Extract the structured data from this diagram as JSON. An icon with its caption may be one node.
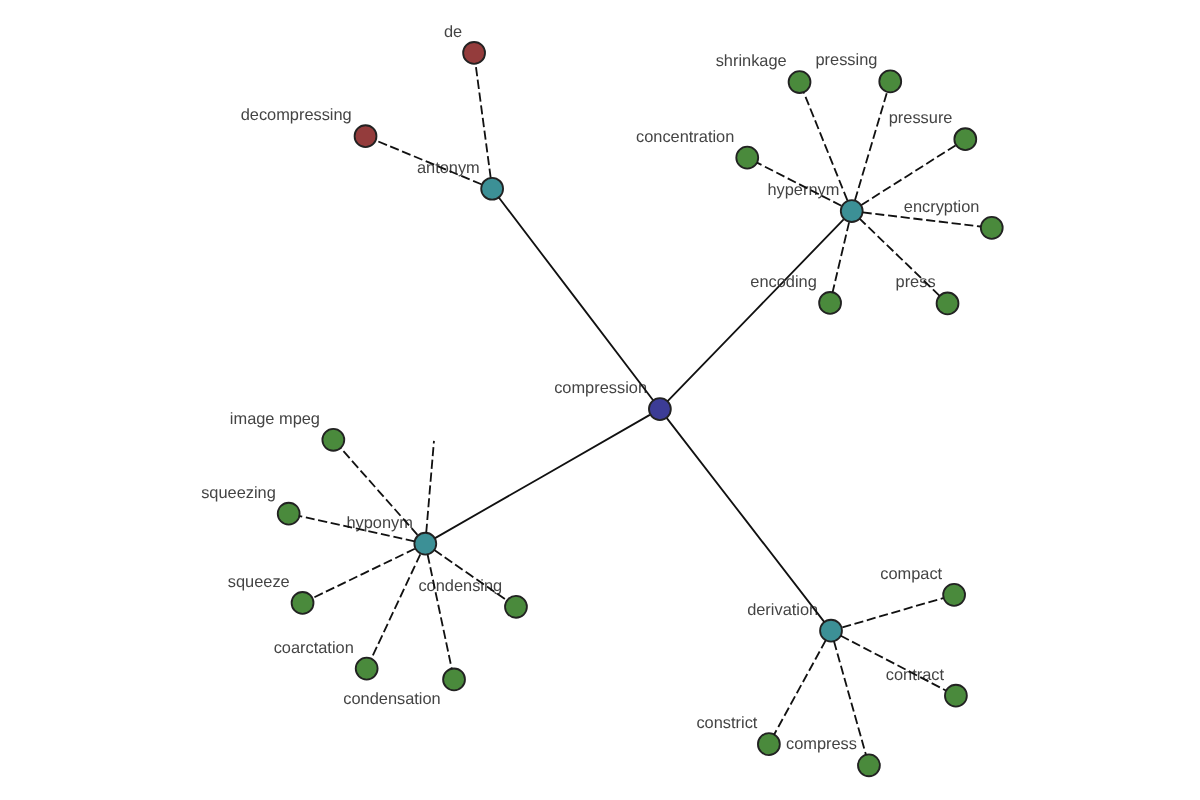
{
  "diagram": {
    "nodes": [
      {
        "text": [
          "squeeze"
        ]
      },
      {
        "text": [
          "condensing"
        ]
      },
      {
        "text": [
          "condensation"
        ]
      },
      {
        "text": [
          "image mpeg"
        ]
      },
      {
        "text": [
          "hyponym"
        ]
      },
      {
        "text": [
          "squeezing"
        ]
      },
      {
        "text": [
          "coarctation"
        ]
      },
      {
        "text": [
          "contract"
        ]
      },
      {
        "text": [
          "constrict"
        ]
      },
      {
        "text": [
          "press"
        ]
      },
      {
        "text": [
          "derivation"
        ]
      },
      {
        "text": [
          "compression"
        ]
      },
      {
        "text": [
          "encryption"
        ]
      },
      {
        "text": [
          "compact"
        ]
      },
      {
        "text": [
          "pressing"
        ]
      },
      {
        "text": [
          "hypernym"
        ]
      },
      {
        "text": [
          "compress"
        ]
      },
      {
        "text": [
          "shrinkage"
        ]
      },
      {
        "text": [
          "antonym"
        ]
      },
      {
        "text": [
          "concentration"
        ]
      },
      {
        "text": [
          "encoding"
        ]
      },
      {
        "text": [
          "decompressing"
        ]
      },
      {
        "text": [
          "pressure"
        ]
      },
      {
        "text": [
          "de"
        ]
      }
    ],
    "edges": [
      {
        "from": 11,
        "to": 4,
        "arrow": "none"
      },
      {
        "from": 11,
        "to": 10,
        "arrow": "none"
      },
      {
        "from": 11,
        "to": 15,
        "arrow": "none"
      },
      {
        "from": 11,
        "to": 18,
        "arrow": "none"
      },
      {
        "from": 4,
        "to": 0,
        "arrow": "none",
        "style": "dashed"
      },
      {
        "from": 4,
        "to": 1,
        "arrow": "none",
        "style": "dashed"
      },
      {
        "from": 4,
        "to": 2,
        "arrow": "none",
        "style": "dashed"
      },
      {
        "from": 4,
        "to": 3,
        "arrow": "none",
        "style": "dashed"
      },
      {
        "from": 4,
        "to": 5,
        "arrow": "none",
        "style": "dashed"
      },
      {
        "from": 4,
        "to": 6,
        "arrow": "none",
        "style": "dashed"
      },
      {
        "from": 4,
        "to": null,
        "arrow": "none",
        "style": "dashed"
      },
      {
        "from": 10,
        "to": 7,
        "arrow": "none",
        "style": "dashed"
      },
      {
        "from": 10,
        "to": 8,
        "arrow": "none",
        "style": "dashed"
      },
      {
        "from": 10,
        "to": 13,
        "arrow": "none",
        "style": "dashed"
      },
      {
        "from": 10,
        "to": 16,
        "arrow": "none",
        "style": "dashed"
      },
      {
        "from": 9,
        "to": 15,
        "arrow": "none",
        "style": "dashed"
      },
      {
        "from": 15,
        "to": 12,
        "arrow": "none",
        "style": "dashed"
      },
      {
        "from": 15,
        "to": 14,
        "arrow": "none",
        "style": "dashed"
      },
      {
        "from": 15,
        "to": 17,
        "arrow": "none",
        "style": "dashed"
      },
      {
        "from": 15,
        "to": 19,
        "arrow": "none",
        "style": "dashed"
      },
      {
        "from": 15,
        "to": 22,
        "arrow": "none",
        "style": "dashed"
      },
      {
        "from": 15,
        "to": 20,
        "arrow": "none",
        "style": "dashed"
      },
      {
        "from": 18,
        "to": 21,
        "arrow": "none",
        "style": "dashed"
      },
      {
        "from": 18,
        "to": 23,
        "arrow": "none",
        "style": "dashed"
      }
    ]
  }
}
